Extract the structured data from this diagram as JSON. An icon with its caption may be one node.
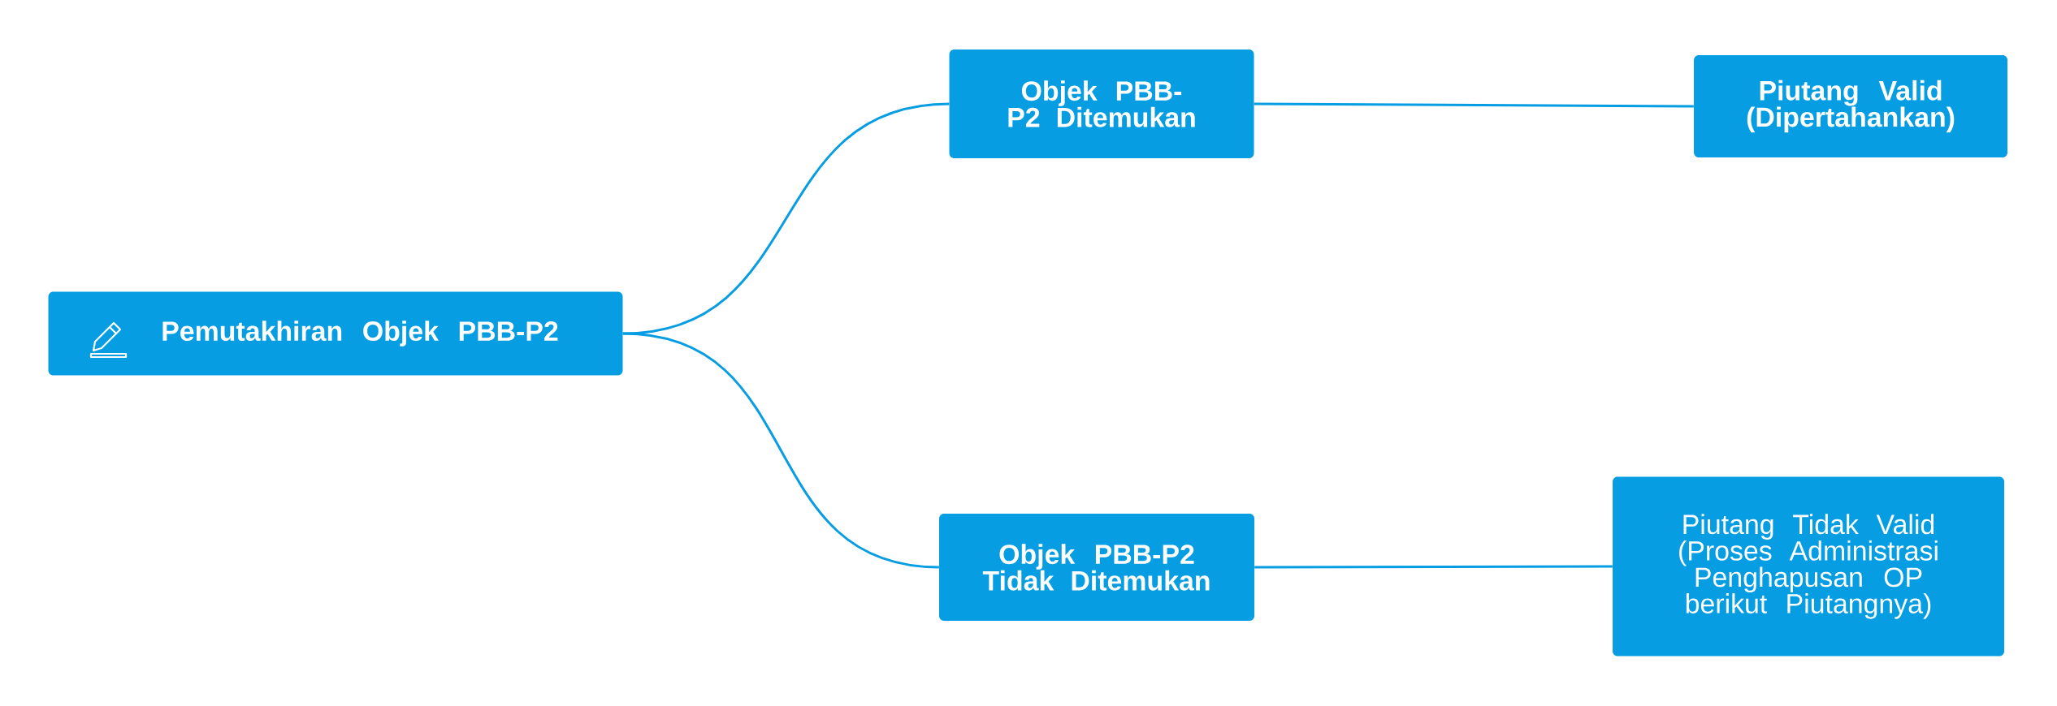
{
  "diagram": {
    "nodes": [
      {
        "text": [
          "Pemutakhiran Objek PBB-P2"
        ]
      },
      {
        "text": [
          "Objek PBB-P2 Ditemukan"
        ]
      },
      {
        "text": [
          "Piutang Valid (Dipertahankan)"
        ]
      },
      {
        "text": [
          "Objek PBB-P2 Tidak Ditemukan"
        ]
      },
      {
        "text": [
          "Piutang Tidak Valid (Proses Administrasi Penghapusan OP berikut Piutangnya)"
        ]
      }
    ],
    "edges": [
      {
        "from": 0,
        "to": 1,
        "arrow": "none"
      },
      {
        "from": 1,
        "to": 2,
        "arrow": "none"
      },
      {
        "from": 0,
        "to": 3,
        "arrow": "none"
      },
      {
        "from": 3,
        "to": 4,
        "arrow": "none"
      }
    ]
  }
}
